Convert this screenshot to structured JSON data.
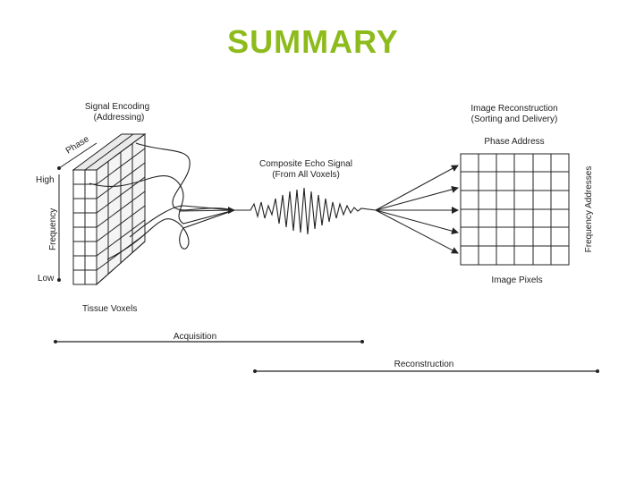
{
  "slide": {
    "title": "SUMMARY",
    "title_color": "#8dbb1c"
  },
  "diagram": {
    "signal_encoding": "Signal Encoding",
    "signal_encoding_sub": "(Addressing)",
    "phase": "Phase",
    "high": "High",
    "low": "Low",
    "frequency": "Frequency",
    "tissue_voxels": "Tissue Voxels",
    "composite_echo": "Composite Echo Signal",
    "composite_echo_sub": "(From All Voxels)",
    "image_reconstruction": "Image Reconstruction",
    "image_reconstruction_sub": "(Sorting and Delivery)",
    "phase_address": "Phase Address",
    "frequency_addresses": "Frequency Addresses",
    "image_pixels": "Image Pixels",
    "acquisition": "Acquisition",
    "reconstruction": "Reconstruction"
  }
}
